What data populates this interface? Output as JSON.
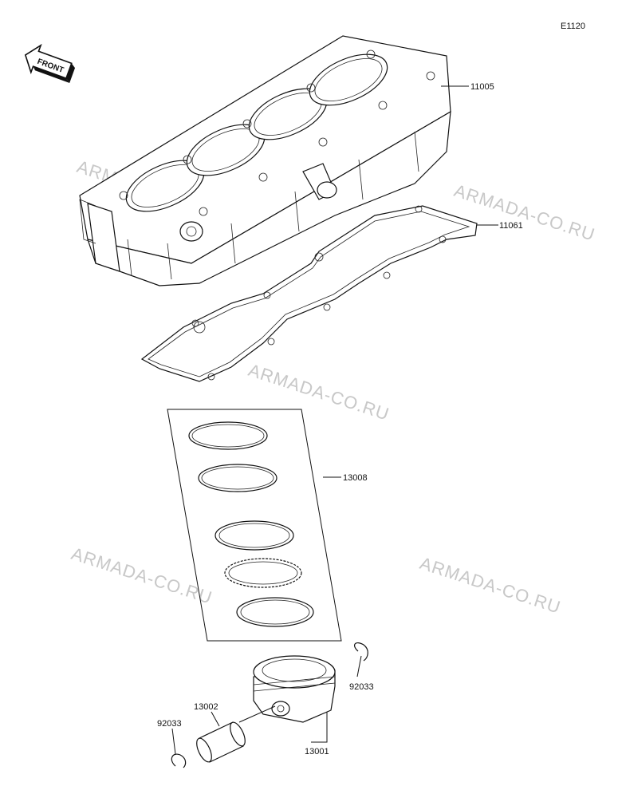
{
  "diagram_code": "E1120",
  "front_badge": "FRONT",
  "parts": {
    "cylinder": "11005",
    "gasket": "11061",
    "ring_set": "13008",
    "pin_clip_right": "92033",
    "piston_pin": "13002",
    "pin_clip_left": "92033",
    "piston": "13001"
  },
  "watermarks": [
    "ARMADA-CO.RU",
    "ARMADA-CO.RU",
    "ARMADA-CO.RU",
    "ARMADA-CO.RU",
    "ARMADA-CO.RU"
  ]
}
